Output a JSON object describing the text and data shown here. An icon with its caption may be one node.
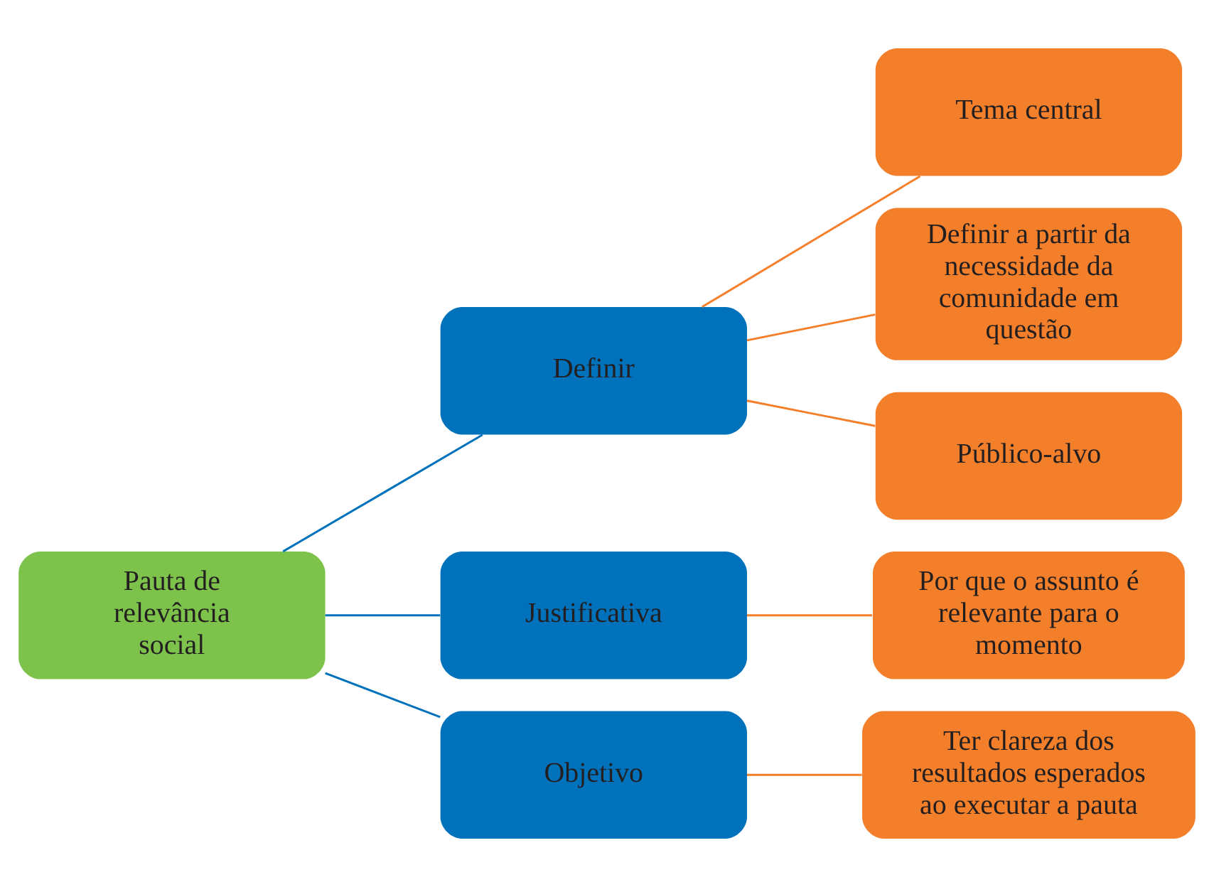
{
  "diagram": {
    "nodes": [
      {
        "text": [
          "Pauta de relevância social"
        ]
      },
      {
        "text": [
          "Definir"
        ]
      },
      {
        "text": [
          "Justificativa"
        ]
      },
      {
        "text": [
          "Objetivo"
        ]
      },
      {
        "text": [
          "Tema central"
        ]
      },
      {
        "text": [
          "Definir a partir da necessidade da comunidade em questão"
        ]
      },
      {
        "text": [
          "Público-alvo"
        ]
      },
      {
        "text": [
          "Por que o assunto é relevante para o momento"
        ]
      },
      {
        "text": [
          "Ter clareza dos resultados esperados ao executar a pauta"
        ]
      }
    ],
    "edges": [
      {
        "from": 0,
        "to": 1,
        "arrow": "none",
        "color": "#0072bc"
      },
      {
        "from": 0,
        "to": 2,
        "arrow": "none",
        "color": "#0072bc"
      },
      {
        "from": 0,
        "to": 3,
        "arrow": "none",
        "color": "#0072bc"
      },
      {
        "from": 1,
        "to": 4,
        "arrow": "none",
        "color": "#f47f2a"
      },
      {
        "from": 1,
        "to": 5,
        "arrow": "none",
        "color": "#f47f2a"
      },
      {
        "from": 1,
        "to": 6,
        "arrow": "none",
        "color": "#f47f2a"
      },
      {
        "from": 2,
        "to": 7,
        "arrow": "none",
        "color": "#f47f2a"
      },
      {
        "from": 3,
        "to": 8,
        "arrow": "none",
        "color": "#f47f2a"
      }
    ]
  }
}
